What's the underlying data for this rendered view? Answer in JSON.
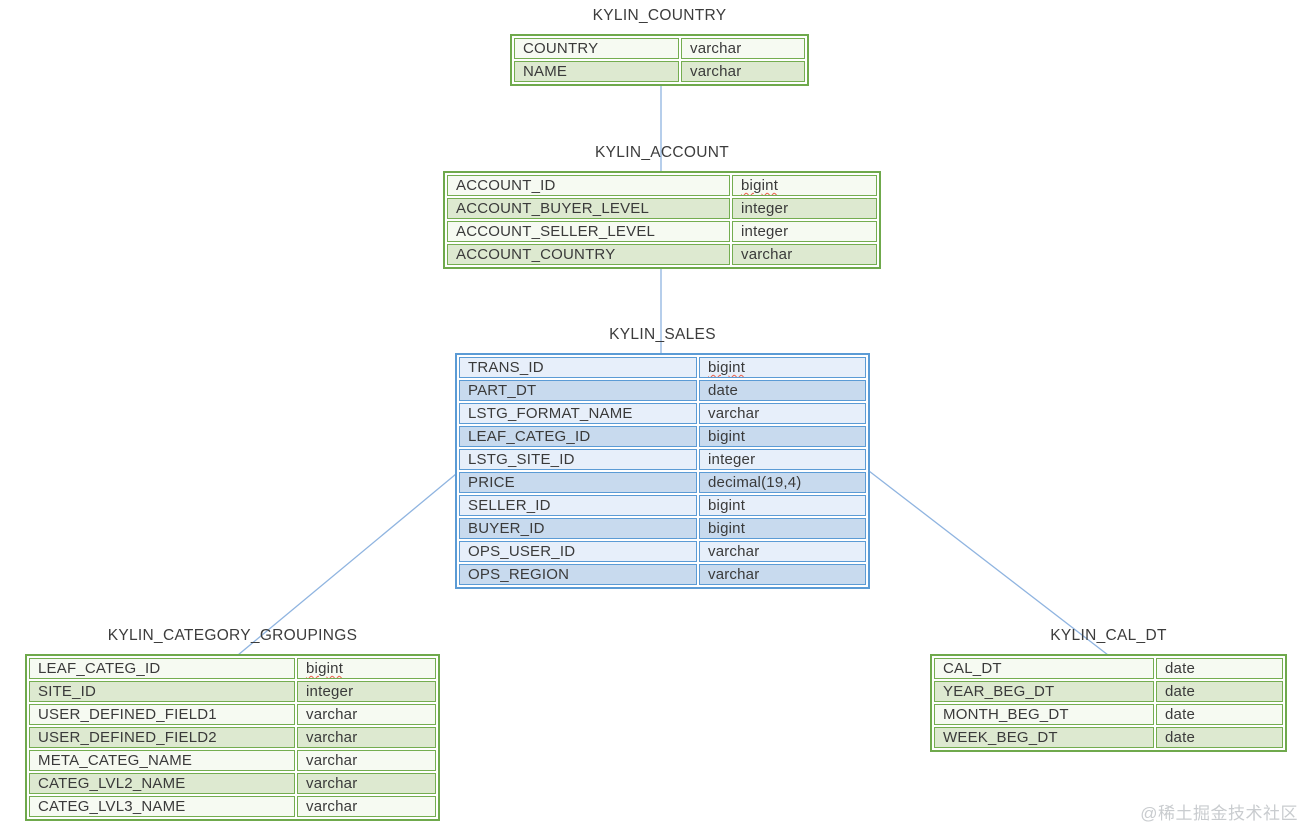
{
  "diagram": {
    "watermark": "@稀土掘金技术社区",
    "colors": {
      "green_border": "#6fa94c",
      "green_row_odd": "#f6faf2",
      "green_row_even": "#dde9d0",
      "blue_border": "#5b9bd5",
      "blue_row_odd": "#e7effa",
      "blue_row_even": "#c8daee",
      "connector_line": "#8fb4e0",
      "squiggle": "#e8604c",
      "title_text": "#3c3c3c"
    },
    "tables": [
      {
        "title": "KYLIN_COUNTRY",
        "theme": "green",
        "rows": [
          {
            "field": "COUNTRY",
            "type": "varchar"
          },
          {
            "field": "NAME",
            "type": "varchar"
          }
        ]
      },
      {
        "title": "KYLIN_ACCOUNT",
        "theme": "green",
        "rows": [
          {
            "field": "ACCOUNT_ID",
            "type": "bigint",
            "misspelled": true
          },
          {
            "field": "ACCOUNT_BUYER_LEVEL",
            "type": "integer"
          },
          {
            "field": "ACCOUNT_SELLER_LEVEL",
            "type": "integer"
          },
          {
            "field": "ACCOUNT_COUNTRY",
            "type": "varchar"
          }
        ]
      },
      {
        "title": "KYLIN_SALES",
        "theme": "blue",
        "rows": [
          {
            "field": "TRANS_ID",
            "type": "bigint",
            "misspelled": true
          },
          {
            "field": "PART_DT",
            "type": "date"
          },
          {
            "field": "LSTG_FORMAT_NAME",
            "type": "varchar"
          },
          {
            "field": "LEAF_CATEG_ID",
            "type": "bigint"
          },
          {
            "field": "LSTG_SITE_ID",
            "type": "integer"
          },
          {
            "field": "PRICE",
            "type": "decimal(19,4)"
          },
          {
            "field": "SELLER_ID",
            "type": "bigint"
          },
          {
            "field": "BUYER_ID",
            "type": "bigint"
          },
          {
            "field": "OPS_USER_ID",
            "type": "varchar"
          },
          {
            "field": "OPS_REGION",
            "type": "varchar"
          }
        ]
      },
      {
        "title": "KYLIN_CATEGORY_GROUPINGS",
        "theme": "green",
        "rows": [
          {
            "field": "LEAF_CATEG_ID",
            "type": "bigint",
            "misspelled": true
          },
          {
            "field": "SITE_ID",
            "type": "integer"
          },
          {
            "field": "USER_DEFINED_FIELD1",
            "type": "varchar"
          },
          {
            "field": "USER_DEFINED_FIELD2",
            "type": "varchar"
          },
          {
            "field": "META_CATEG_NAME",
            "type": "varchar"
          },
          {
            "field": "CATEG_LVL2_NAME",
            "type": "varchar"
          },
          {
            "field": "CATEG_LVL3_NAME",
            "type": "varchar"
          }
        ]
      },
      {
        "title": "KYLIN_CAL_DT",
        "theme": "green",
        "rows": [
          {
            "field": "CAL_DT",
            "type": "date"
          },
          {
            "field": "YEAR_BEG_DT",
            "type": "date"
          },
          {
            "field": "MONTH_BEG_DT",
            "type": "date"
          },
          {
            "field": "WEEK_BEG_DT",
            "type": "date"
          }
        ]
      }
    ],
    "connectors": [
      {
        "from": "KYLIN_COUNTRY",
        "to": "KYLIN_ACCOUNT"
      },
      {
        "from": "KYLIN_ACCOUNT",
        "to": "KYLIN_SALES"
      },
      {
        "from": "KYLIN_SALES",
        "to": "KYLIN_CATEGORY_GROUPINGS"
      },
      {
        "from": "KYLIN_SALES",
        "to": "KYLIN_CAL_DT"
      }
    ]
  }
}
